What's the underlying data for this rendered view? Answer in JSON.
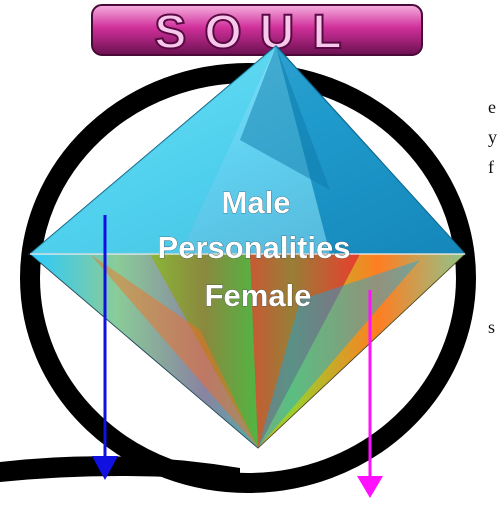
{
  "title": "SOUL",
  "labels": {
    "male": "Male",
    "personalities": "Personalities",
    "female": "Female"
  },
  "cropped_text": {
    "line1": "e",
    "line2": "y",
    "line3": "f",
    "line4": "s"
  },
  "arrows": {
    "left_color": "#1010e0",
    "right_color": "#ff10ff"
  },
  "colors": {
    "title_fill": "#d0309a",
    "ring": "#000000"
  }
}
